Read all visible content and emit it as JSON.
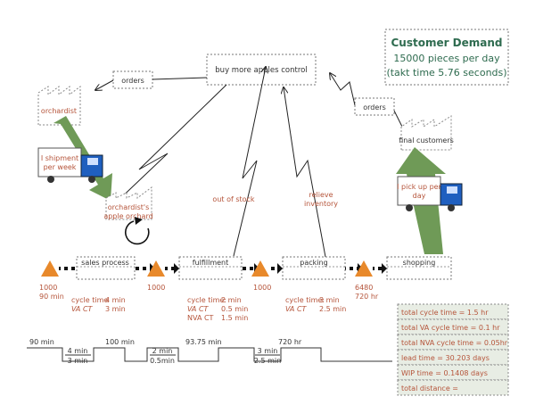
{
  "customer_demand": {
    "title": "Customer Demand",
    "line1": "15000 pieces per day",
    "line2": "(takt time 5.76 seconds)"
  },
  "control": {
    "label": "buy more apples control"
  },
  "info_boxes": {
    "orders_left": "orders",
    "orders_right": "orders"
  },
  "factories": {
    "orchardist": "orchardist",
    "final_customers": "final customers",
    "orchard_line1": "orchardist's",
    "orchard_line2": "apple orchard"
  },
  "trucks": {
    "left_line1": "I shipment",
    "left_line2": "per week",
    "right_line1": "I pick up per",
    "right_line2": "day"
  },
  "signals": {
    "out_of_stock": "out of stock",
    "relieve1": "relieve",
    "relieve2": "inventory"
  },
  "processes": [
    {
      "name": "sales process",
      "ct_label": "cycle time",
      "ct_value": "4 min",
      "va_label": "VA CT",
      "va_value": "3 min",
      "nva_label": "",
      "nva_value": ""
    },
    {
      "name": "fulfillment",
      "ct_label": "cycle time:",
      "ct_value": "2 min",
      "va_label": "VA CT",
      "va_value": "0.5 min",
      "nva_label": "NVA CT",
      "nva_value": "1.5 min"
    },
    {
      "name": "packing",
      "ct_label": "cycle time:",
      "ct_value": "3 min",
      "va_label": "VA CT",
      "va_value": "2.5 min",
      "nva_label": "",
      "nva_value": ""
    },
    {
      "name": "shopping",
      "ct_label": "",
      "ct_value": "",
      "va_label": "",
      "va_value": "",
      "nva_label": "",
      "nva_value": ""
    }
  ],
  "inventories": [
    {
      "qty": "1000",
      "time": "90 min"
    },
    {
      "qty": "1000",
      "time": ""
    },
    {
      "qty": "1000",
      "time": ""
    },
    {
      "qty": "6480",
      "time": "720 hr"
    }
  ],
  "timeline": {
    "waits": [
      "90 min",
      "100 min",
      "93.75 min",
      "720 hr"
    ],
    "cycles": [
      {
        "top": "4 min",
        "bottom": "3 min"
      },
      {
        "top": "2 min",
        "bottom": "0.5min"
      },
      {
        "top": "3 min",
        "bottom": "2.5 min"
      }
    ]
  },
  "metrics": [
    "total cycle time = 1.5 hr",
    "total VA cycle time = 0.1 hr",
    "total NVA cycle time = 0.05hr",
    "lead time = 30.203 days",
    "WIP time = 0.1408 days",
    "total distance ="
  ],
  "colors": {
    "green": "#6f9a57",
    "truck_blue": "#1f5fbf",
    "inventory": "#e8892b",
    "text_brown": "#b5543a",
    "title_green": "#2e6b4f"
  }
}
